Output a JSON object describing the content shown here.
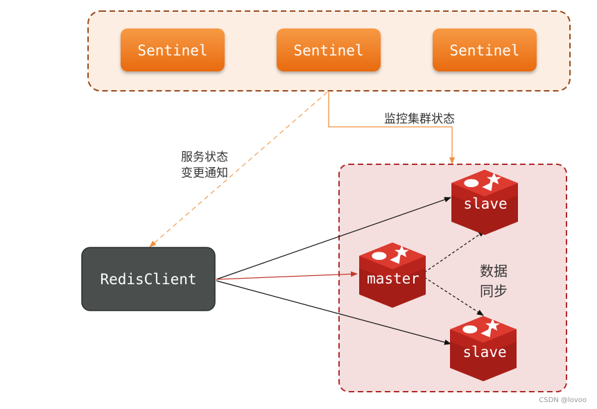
{
  "sentinel_group": {
    "nodes": [
      "Sentinel",
      "Sentinel",
      "Sentinel"
    ]
  },
  "labels": {
    "monitor": "监控集群状态",
    "notify_line1": "服务状态",
    "notify_line2": "变更通知",
    "sync_line1": "数据",
    "sync_line2": "同步"
  },
  "client": {
    "label": "RedisClient"
  },
  "redis_nodes": {
    "master": "master",
    "slave_top": "slave",
    "slave_bottom": "slave"
  },
  "watermark": "CSDN @lovoo",
  "colors": {
    "sentinel_fill": "#f07a1c",
    "sentinel_group_bg": "#fdeee3",
    "sentinel_group_border": "#9a4a1a",
    "cluster_bg": "#f5dede",
    "cluster_border": "#b02a2a",
    "client_fill": "#4a4f4e",
    "redis_red": "#c8261f",
    "arrow_orange": "#f2a45e"
  }
}
